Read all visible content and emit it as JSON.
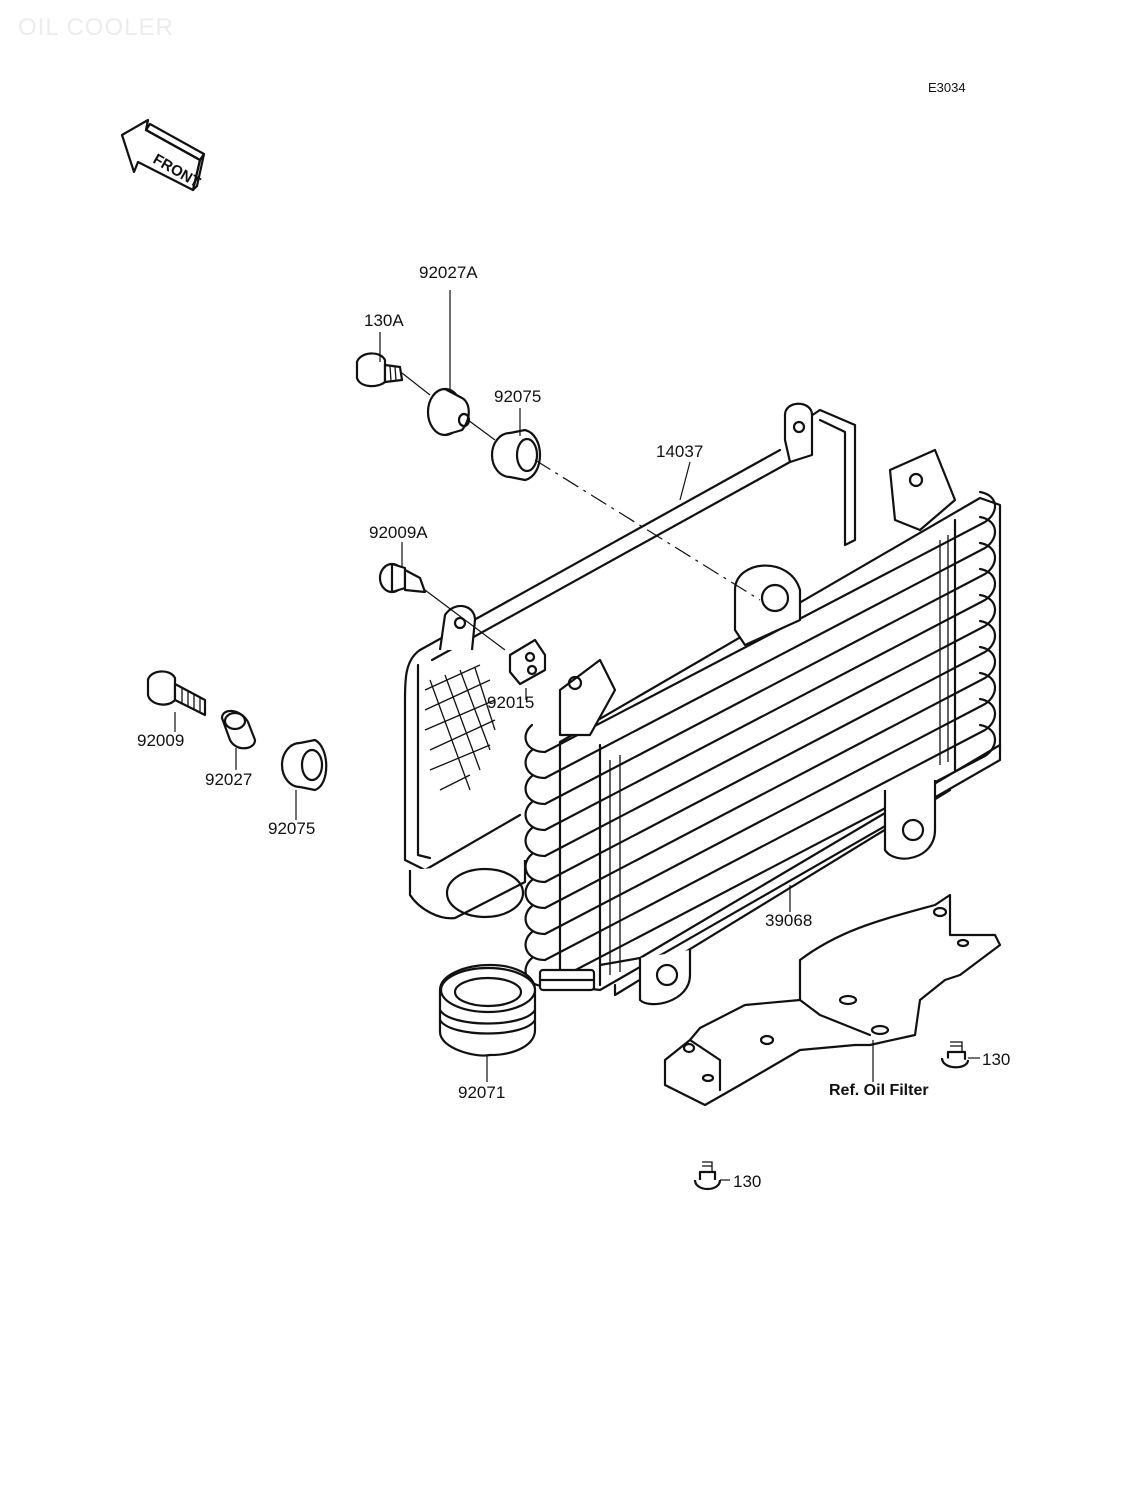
{
  "header": {
    "watermark": "OIL COOLER",
    "diagram_code": "E3034",
    "front_arrow_label": "FRONT"
  },
  "parts": [
    {
      "id": "p-130a",
      "label": "130A"
    },
    {
      "id": "p-92027a",
      "label": "92027A"
    },
    {
      "id": "p-92075-top",
      "label": "92075"
    },
    {
      "id": "p-14037",
      "label": "14037"
    },
    {
      "id": "p-92009a",
      "label": "92009A"
    },
    {
      "id": "p-92015",
      "label": "92015"
    },
    {
      "id": "p-92009",
      "label": "92009"
    },
    {
      "id": "p-92027",
      "label": "92027"
    },
    {
      "id": "p-92075-left",
      "label": "92075"
    },
    {
      "id": "p-39068",
      "label": "39068"
    },
    {
      "id": "p-92071",
      "label": "92071"
    },
    {
      "id": "p-ref-oil-filter",
      "label": "Ref. Oil Filter"
    },
    {
      "id": "p-130-right",
      "label": "130"
    },
    {
      "id": "p-130-bottom",
      "label": "130"
    }
  ]
}
